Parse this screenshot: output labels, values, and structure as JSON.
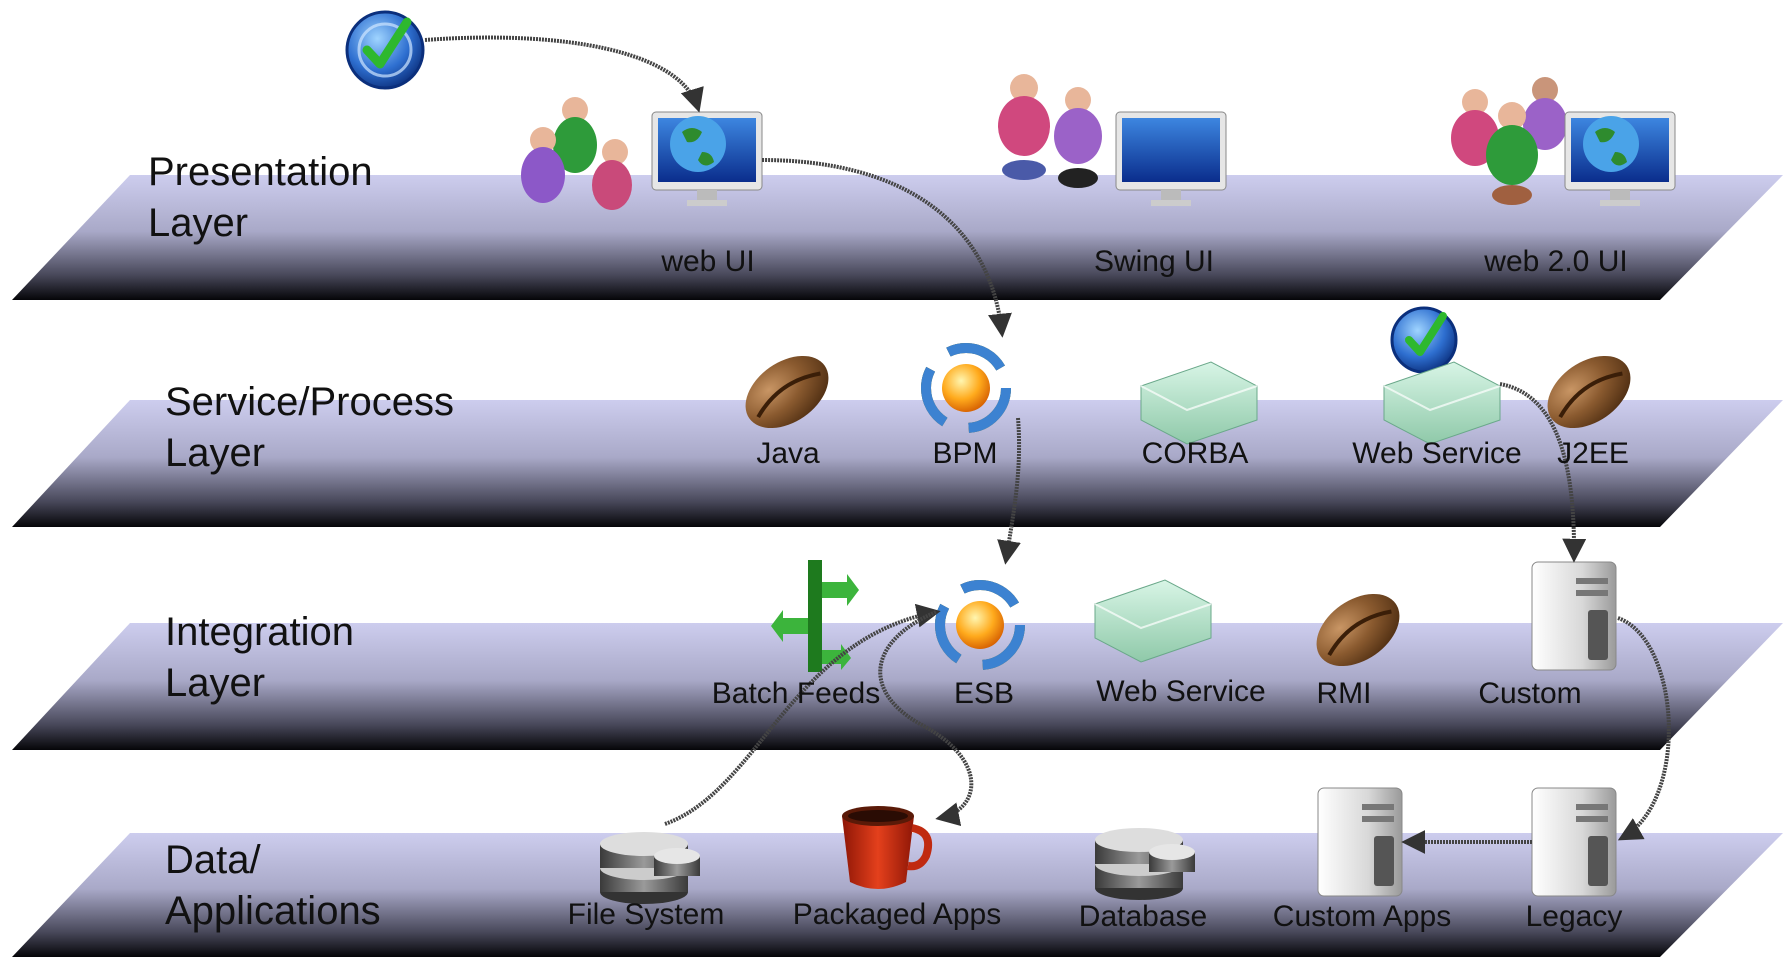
{
  "layers": [
    {
      "title_line1": "Presentation",
      "title_line2": "Layer",
      "components": [
        "web UI",
        "Swing UI",
        "web 2.0 UI"
      ]
    },
    {
      "title_line1": "Service/Process",
      "title_line2": "Layer",
      "components": [
        "Java",
        "BPM",
        "CORBA",
        "Web Service",
        "J2EE"
      ]
    },
    {
      "title_line1": "Integration",
      "title_line2": "Layer",
      "components": [
        "Batch Feeds",
        "ESB",
        "Web Service",
        "RMI",
        "Custom"
      ]
    },
    {
      "title_line1": "Data/",
      "title_line2": "Applications",
      "components": [
        "File System",
        "Packaged Apps",
        "Database",
        "Custom Apps",
        "Legacy"
      ]
    }
  ],
  "colors": {
    "layer_top": "#c9c9ea",
    "layer_bottom": "#000000",
    "arrow": "#444444"
  }
}
